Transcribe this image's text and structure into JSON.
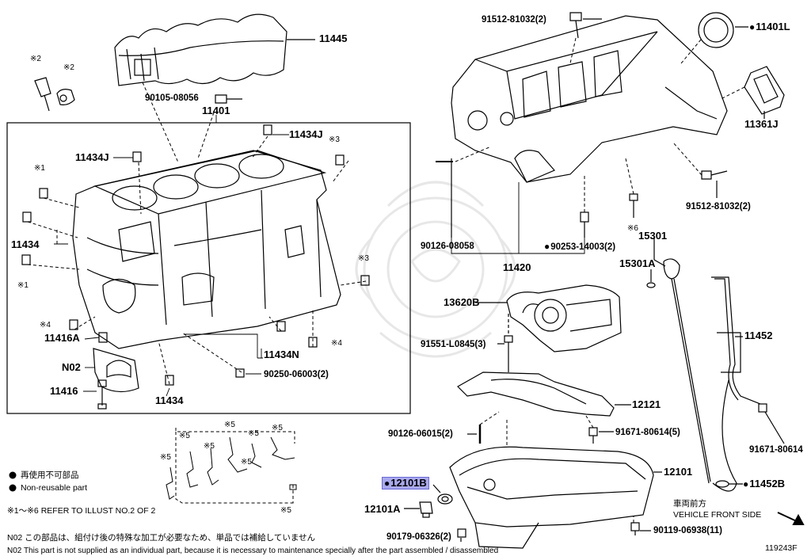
{
  "diagram_id": "119243F",
  "parts": {
    "p11445": "11445",
    "p11401": "11401",
    "p90105": "90105-08056",
    "p11434J_top": "11434J",
    "p11434J_left": "11434J",
    "p11434_left": "11434",
    "p11416A": "11416A",
    "pN02": "N02",
    "p11416": "11416",
    "p11434_bot": "11434",
    "p11434N": "11434N",
    "p90250": "90250-06003(2)",
    "p91512_top": "91512-81032(2)",
    "p11401L": "11401L",
    "p11361J": "11361J",
    "p91512_right": "91512-81032(2)",
    "p90126_08058": "90126-08058",
    "p90253": "90253-14003(2)",
    "p11420": "11420",
    "p15301": "15301",
    "p15301A": "15301A",
    "p13620B": "13620B",
    "p91551": "91551-L0845(3)",
    "p11452": "11452",
    "p12121": "12121",
    "p90126_06015": "90126-06015(2)",
    "p91671_a": "91671-80614(5)",
    "p91671_b": "91671-80614",
    "p12101": "12101",
    "p12101B": "12101B",
    "p12101A": "12101A",
    "p11452B": "11452B",
    "p90179": "90179-06326(2)",
    "p90119": "90119-06938(11)"
  },
  "marks": {
    "m2a": "※2",
    "m2b": "※2",
    "m3a": "※3",
    "m3b": "※3",
    "m1a": "※1",
    "m1b": "※1",
    "m4a": "※4",
    "m4b": "※4",
    "m6": "※6",
    "m5a": "※5",
    "m5b": "※5",
    "m5c": "※5",
    "m5d": "※5",
    "m5e": "※5",
    "m5f": "※5",
    "m5g": "※5",
    "m5h": "※5"
  },
  "legend": {
    "ja": "再使用不可部品",
    "en": "Non-reusable part",
    "refer": "※1～※6 REFER TO ILLUST NO.2 OF 2"
  },
  "direction": {
    "ja": "車両前方",
    "en": "VEHICLE FRONT SIDE"
  },
  "footer": {
    "line1": "N02  この部品は、組付け後の特殊な加工が必要なため、単品では補給していません",
    "line2": "N02  This part is not supplied as an individual part, because it is necessary to maintenance specially after the part assembled / disassembled"
  }
}
